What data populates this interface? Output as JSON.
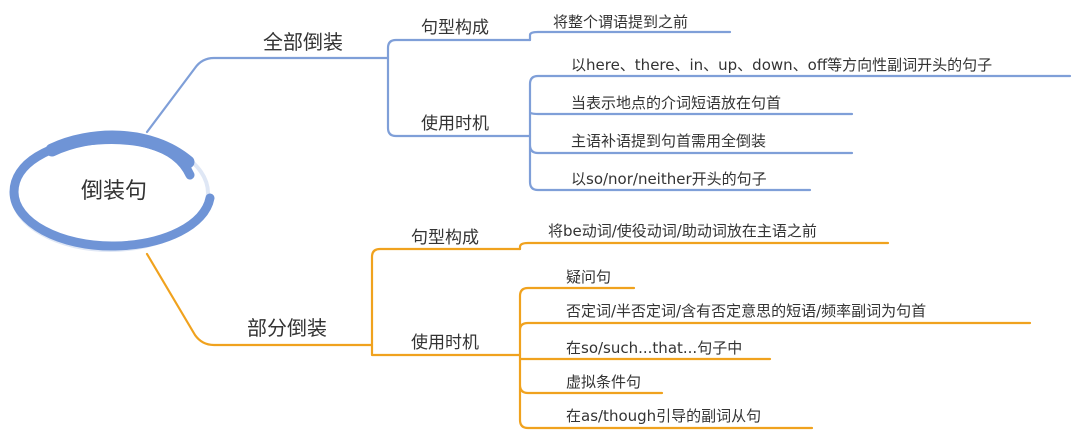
{
  "colors": {
    "top_branch": "#7f9fd8",
    "bottom_branch": "#f0a21e",
    "root_ring": "#6f94d6",
    "text": "#333333"
  },
  "root": {
    "label": "倒装句"
  },
  "branches": [
    {
      "key": "full",
      "label": "全部倒装",
      "children": [
        {
          "label": "句型构成",
          "items": [
            "将整个谓语提到之前"
          ]
        },
        {
          "label": "使用时机",
          "items": [
            "以here、there、in、up、down、off等方向性副词开头的句子",
            "当表示地点的介词短语放在句首",
            "主语补语提到句首需用全倒装",
            "以so/nor/neither开头的句子"
          ]
        }
      ]
    },
    {
      "key": "partial",
      "label": "部分倒装",
      "children": [
        {
          "label": "句型构成",
          "items": [
            "将be动词/使役动词/助动词放在主语之前"
          ]
        },
        {
          "label": "使用时机",
          "items": [
            "疑问句",
            "否定词/半否定词/含有否定意思的短语/频率副词为句首",
            "在so/such...that...句子中",
            "虚拟条件句",
            "在as/though引导的副词从句"
          ]
        }
      ]
    }
  ]
}
